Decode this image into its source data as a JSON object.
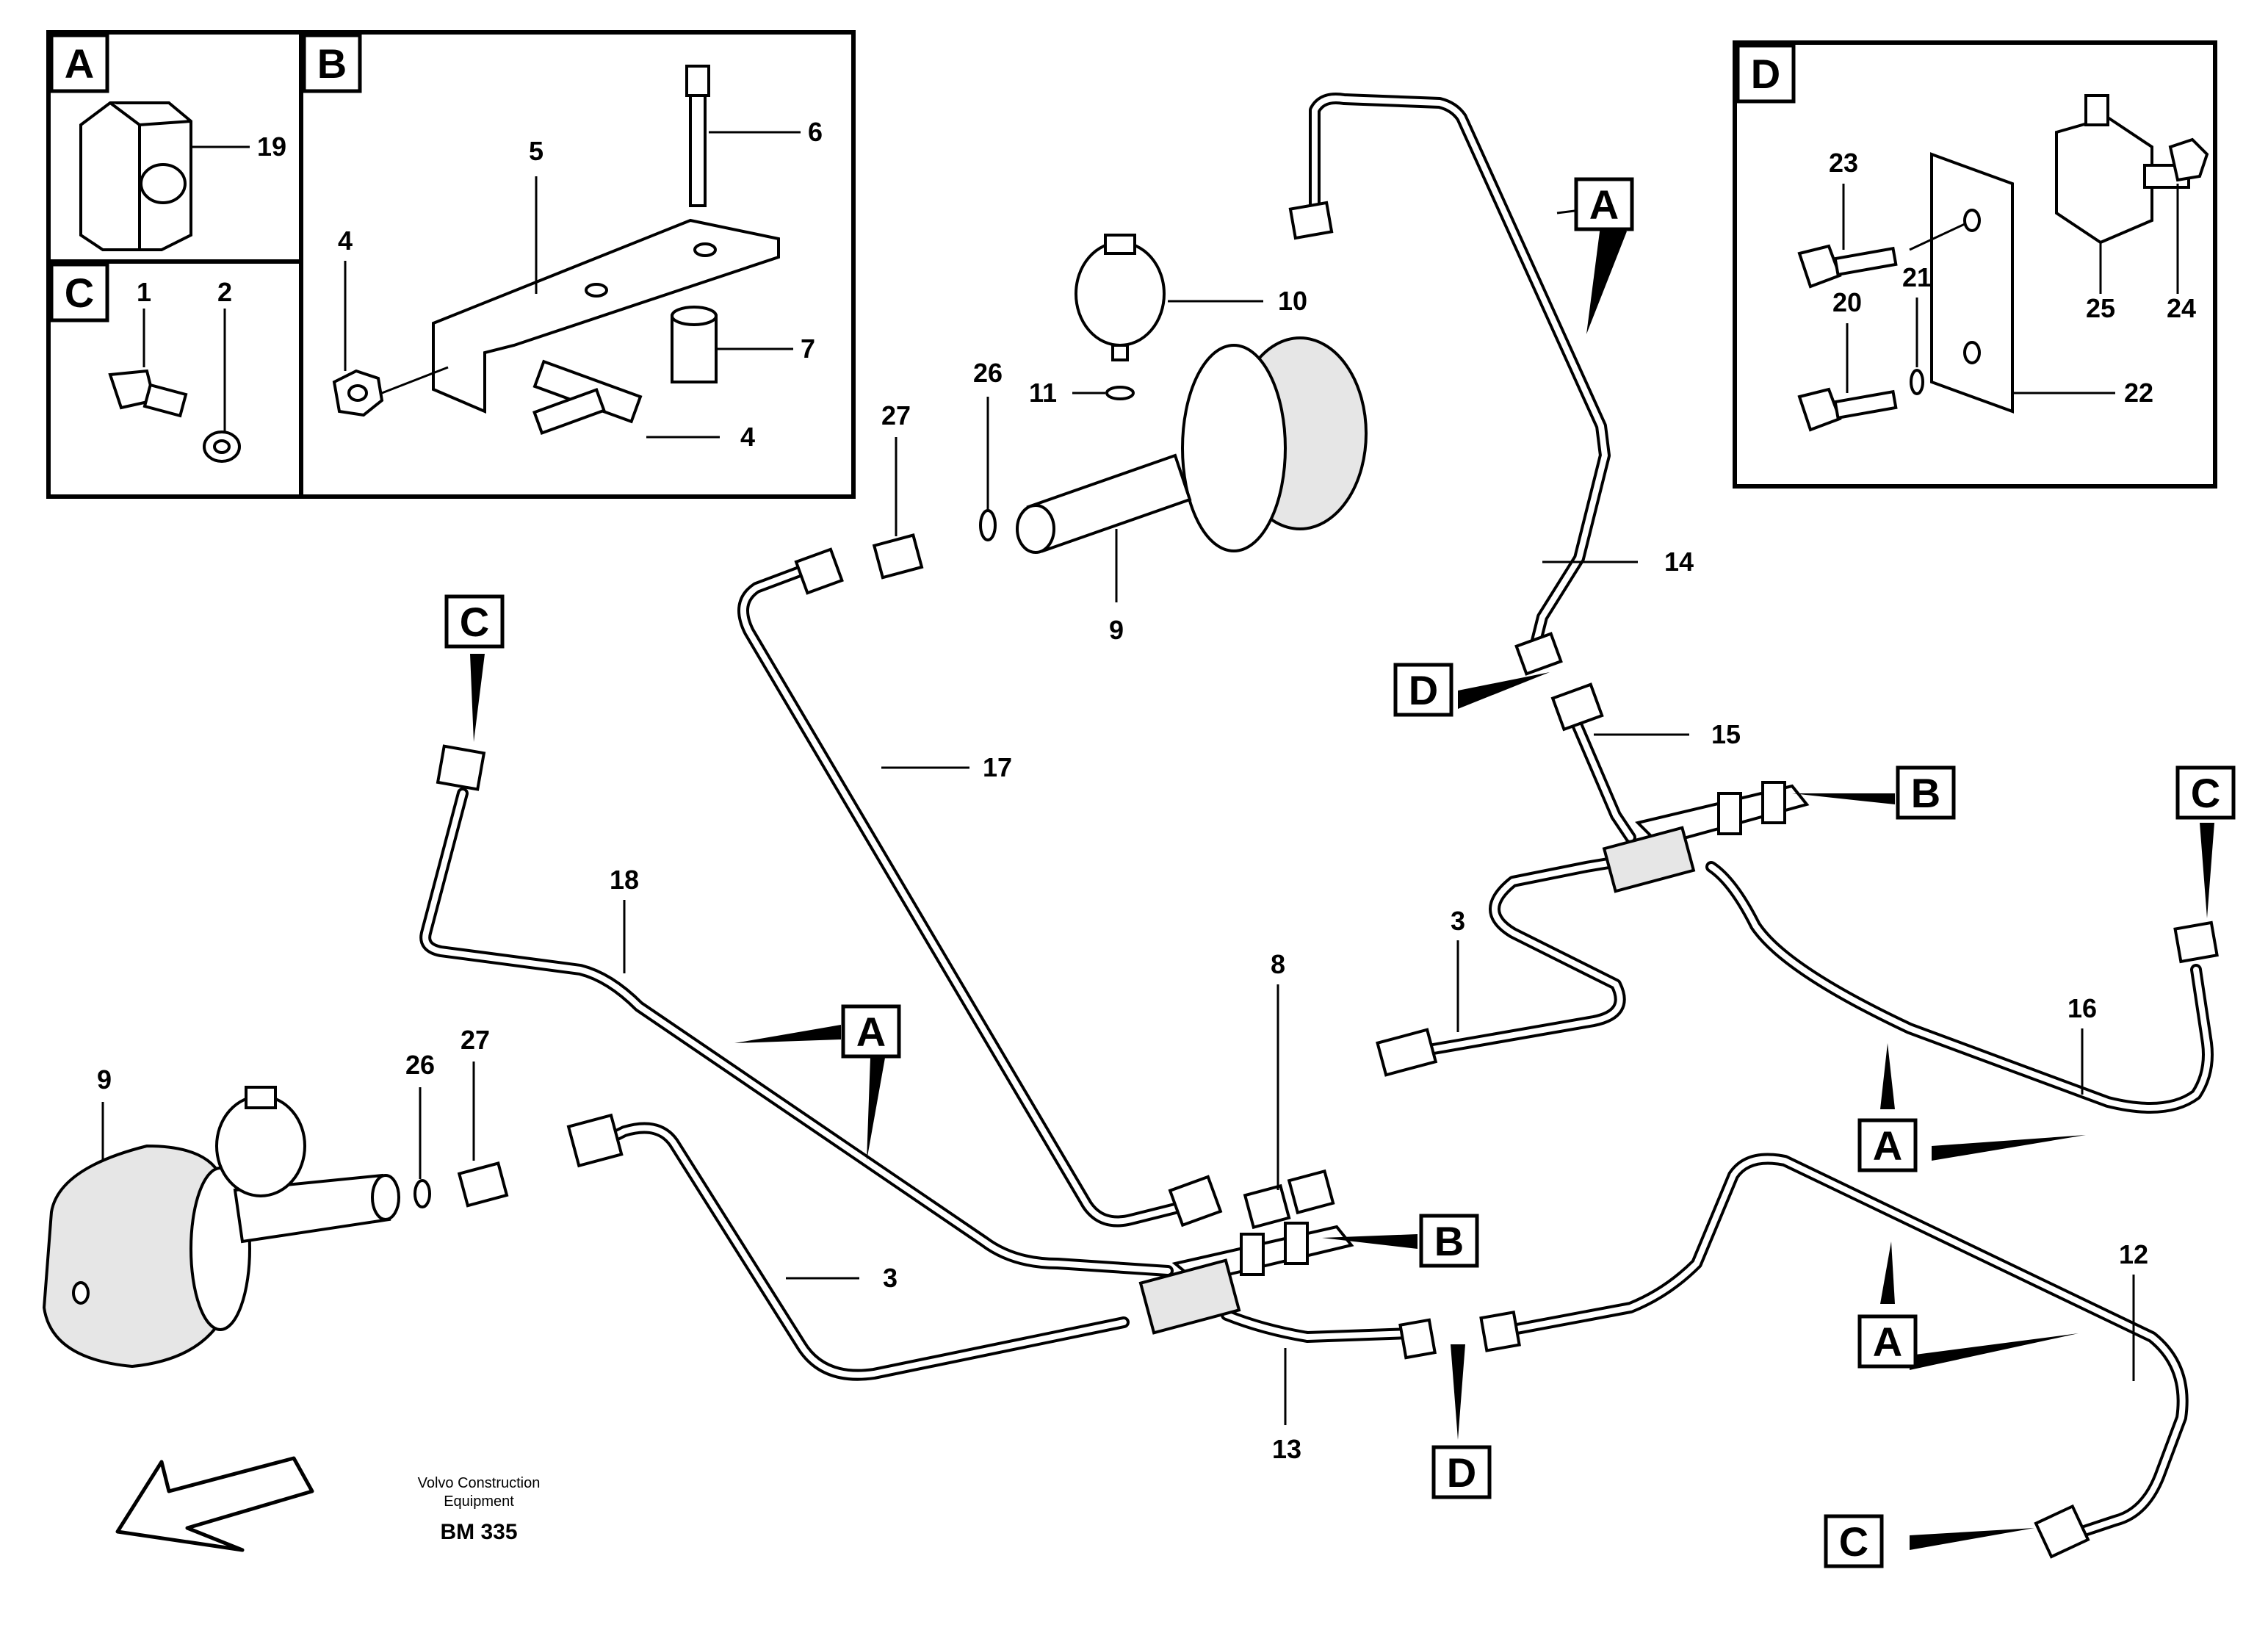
{
  "detail_boxes": {
    "A": "A",
    "B": "B",
    "C": "C",
    "D": "D"
  },
  "labels": {
    "p1": "1",
    "p2": "2",
    "p3a": "3",
    "p3b": "3",
    "p4a": "4",
    "p4b": "4",
    "p5": "5",
    "p6": "6",
    "p7": "7",
    "p8": "8",
    "p9a": "9",
    "p9b": "9",
    "p10": "10",
    "p11": "11",
    "p12": "12",
    "p13": "13",
    "p14": "14",
    "p15": "15",
    "p16": "16",
    "p17": "17",
    "p18": "18",
    "p19": "19",
    "p20": "20",
    "p21": "21",
    "p22": "22",
    "p23": "23",
    "p24": "24",
    "p25": "25",
    "p26a": "26",
    "p26b": "26",
    "p27a": "27",
    "p27b": "27"
  },
  "callouts": {
    "c1": "A",
    "c2": "D",
    "c3": "B",
    "c4": "C",
    "c5": "C",
    "c6": "A",
    "c7": "A",
    "c8": "B",
    "c9": "D",
    "c10": "A",
    "c11": "C"
  },
  "footer": {
    "line1": "Volvo Construction",
    "line2": "Equipment",
    "code": "BM 335"
  },
  "icons": [
    "direction-arrow-icon"
  ]
}
